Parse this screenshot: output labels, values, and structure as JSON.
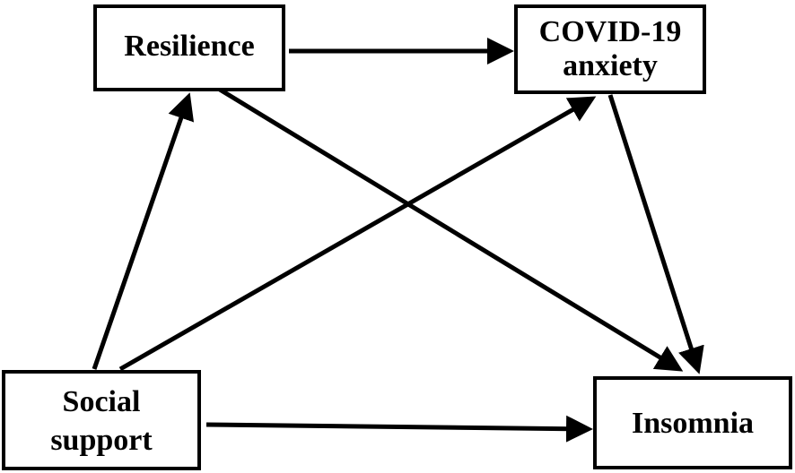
{
  "nodes": {
    "resilience": {
      "label": "Resilience"
    },
    "covid_anxiety": {
      "label_line1": "COVID-19",
      "label_line2": "anxiety"
    },
    "social_support": {
      "label_line1": "Social",
      "label_line2": "support"
    },
    "insomnia": {
      "label": "Insomnia"
    }
  },
  "edges": [
    {
      "from": "Resilience",
      "to": "COVID-19 anxiety"
    },
    {
      "from": "Resilience",
      "to": "Insomnia"
    },
    {
      "from": "Social support",
      "to": "Resilience"
    },
    {
      "from": "Social support",
      "to": "COVID-19 anxiety"
    },
    {
      "from": "Social support",
      "to": "Insomnia"
    },
    {
      "from": "COVID-19 anxiety",
      "to": "Insomnia"
    }
  ],
  "colors": {
    "line": "#000000",
    "background": "#ffffff"
  }
}
